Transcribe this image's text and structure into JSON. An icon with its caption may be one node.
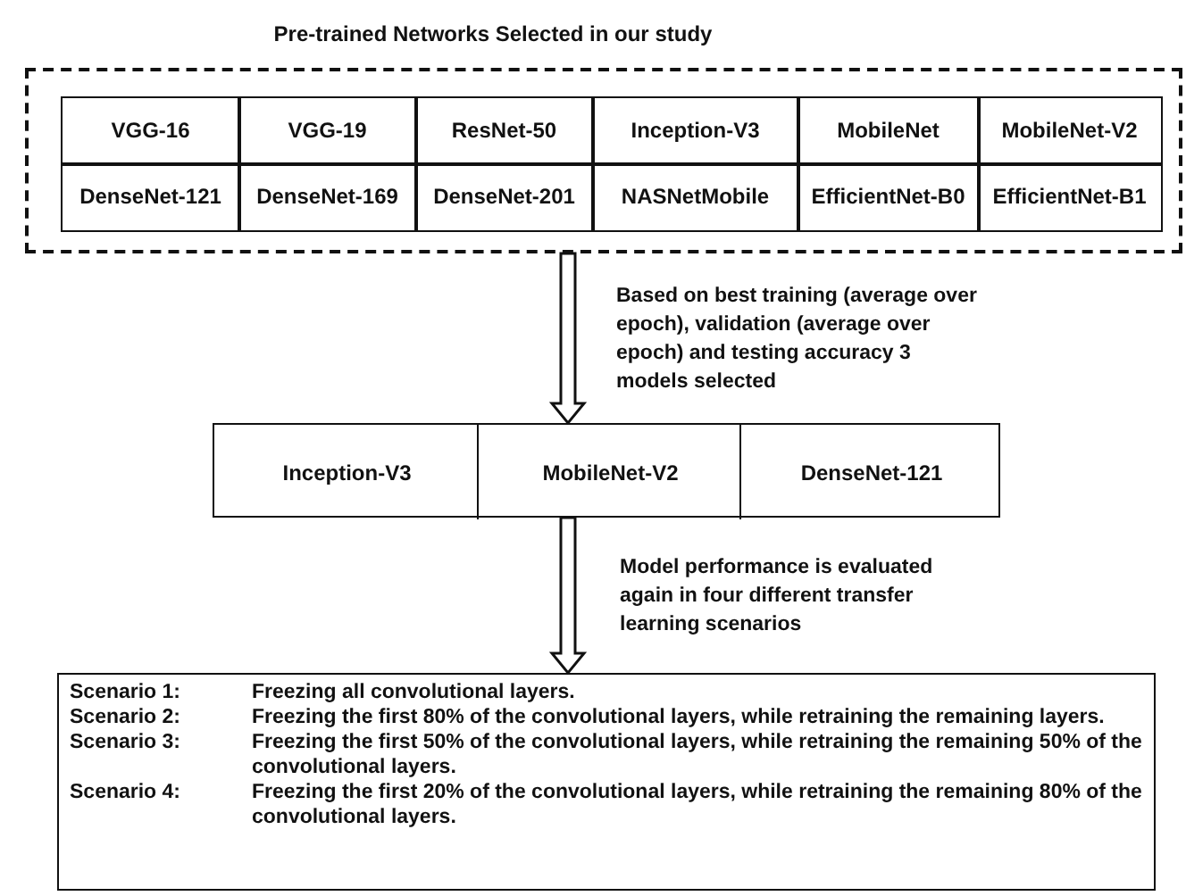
{
  "diagram": {
    "nodes": [
      {
        "text": [
          "Pre-trained Networks Selected in our study"
        ]
      },
      {
        "text": [
          "VGG-16"
        ],
        "in": 0
      },
      {
        "text": [
          "VGG-19"
        ],
        "in": 0
      },
      {
        "text": [
          "ResNet-50"
        ],
        "in": 0
      },
      {
        "text": [
          "Inception-V3"
        ],
        "in": 0
      },
      {
        "text": [
          "MobileNet"
        ],
        "in": 0
      },
      {
        "text": [
          "MobileNet-V2"
        ],
        "in": 0
      },
      {
        "text": [
          "DenseNet-121"
        ],
        "in": 0
      },
      {
        "text": [
          "DenseNet-169"
        ],
        "in": 0
      },
      {
        "text": [
          "DenseNet-201"
        ],
        "in": 0
      },
      {
        "text": [
          "NASNetMobile"
        ],
        "in": 0
      },
      {
        "text": [
          "EfficientNet-B0"
        ],
        "in": 0
      },
      {
        "text": [
          "EfficientNet-B1"
        ],
        "in": 0
      },
      {
        "text": [],
        "shape": "box"
      },
      {
        "text": [
          "Inception-V3"
        ],
        "in": 13
      },
      {
        "text": [
          "MobileNet-V2"
        ],
        "in": 13
      },
      {
        "text": [
          "DenseNet-121"
        ],
        "in": 13
      },
      {
        "text": [
          "Scenario 1:",
          "Freezing all convolutional layers.",
          "Scenario 2:",
          "Freezing the first 80% of the convolutional layers, while retraining the remaining layers.",
          "Scenario 3:",
          "Freezing the first 50% of the convolutional layers, while retraining the remaining 50% of the convolutional layers.",
          "Scenario 4:",
          "Freezing the first 20% of the convolutional layers, while retraining the remaining 80% of the convolutional layers."
        ]
      }
    ],
    "edges": [
      {
        "from": 0,
        "to": 13,
        "arrow": "to",
        "label": "Based on best training (average over epoch), validation (average over epoch) and testing accuracy 3 models selected"
      },
      {
        "from": 13,
        "to": 17,
        "arrow": "to",
        "label": "Model performance is evaluated again in four different transfer learning scenarios"
      }
    ]
  }
}
